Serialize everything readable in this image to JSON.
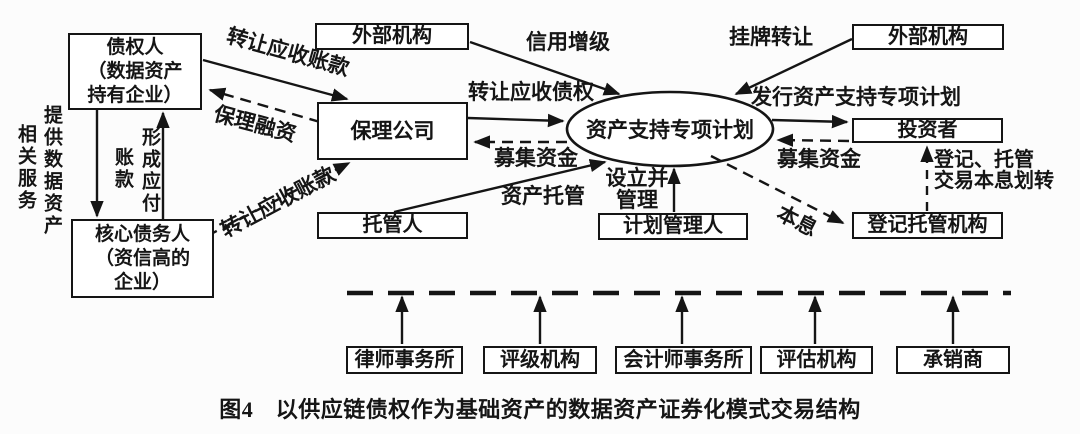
{
  "colors": {
    "line": "#151515",
    "background": "#fcfcfc",
    "box_background": "#ffffff",
    "text": "#151515"
  },
  "caption": "图4　以供应链债权作为基础资产的数据资产证券化模式交易结构",
  "nodes": {
    "creditor": "债权人\n（数据资产\n持有企业）",
    "external_org_top": "外部机构",
    "external_org_right": "外部机构",
    "factoring_company": "保理公司",
    "custodian": "托管人",
    "plan_manager": "计划管理人",
    "spv_plan": "资产支持专项计划",
    "investor": "投资者",
    "registry_custody_org": "登记托管机构",
    "core_debtor": "核心债务人\n（资信高的\n企业）",
    "law_firm": "律师事务所",
    "rating_agency": "评级机构",
    "accounting_firm": "会计师事务所",
    "appraisal_agency": "评估机构",
    "underwriter": "承销商"
  },
  "edge_labels": {
    "transfer_receivables_top": "转让应收账款",
    "factoring_financing": "保理融资",
    "credit_enhancement": "信用增级",
    "listing_transfer": "挂牌转让",
    "transfer_receivable_rights": "转让应收债权",
    "raise_funds_left": "募集资金",
    "issue_abs_plan": "发行资产支持专项计划",
    "raise_funds_right": "募集资金",
    "asset_custody": "资产托管",
    "setup_and_manage": "设立并\n管理",
    "principal_interest": "本息",
    "registry_custody_transfer": "登记、托管\n交易本息划转",
    "transfer_receivables_bottom": "转让应收账款",
    "provide_data_services_col_right": "提供数据资产",
    "provide_data_services_col_left": "相关服务",
    "form_payables_col_right": "形成应付",
    "form_payables_col_left": "账款"
  }
}
